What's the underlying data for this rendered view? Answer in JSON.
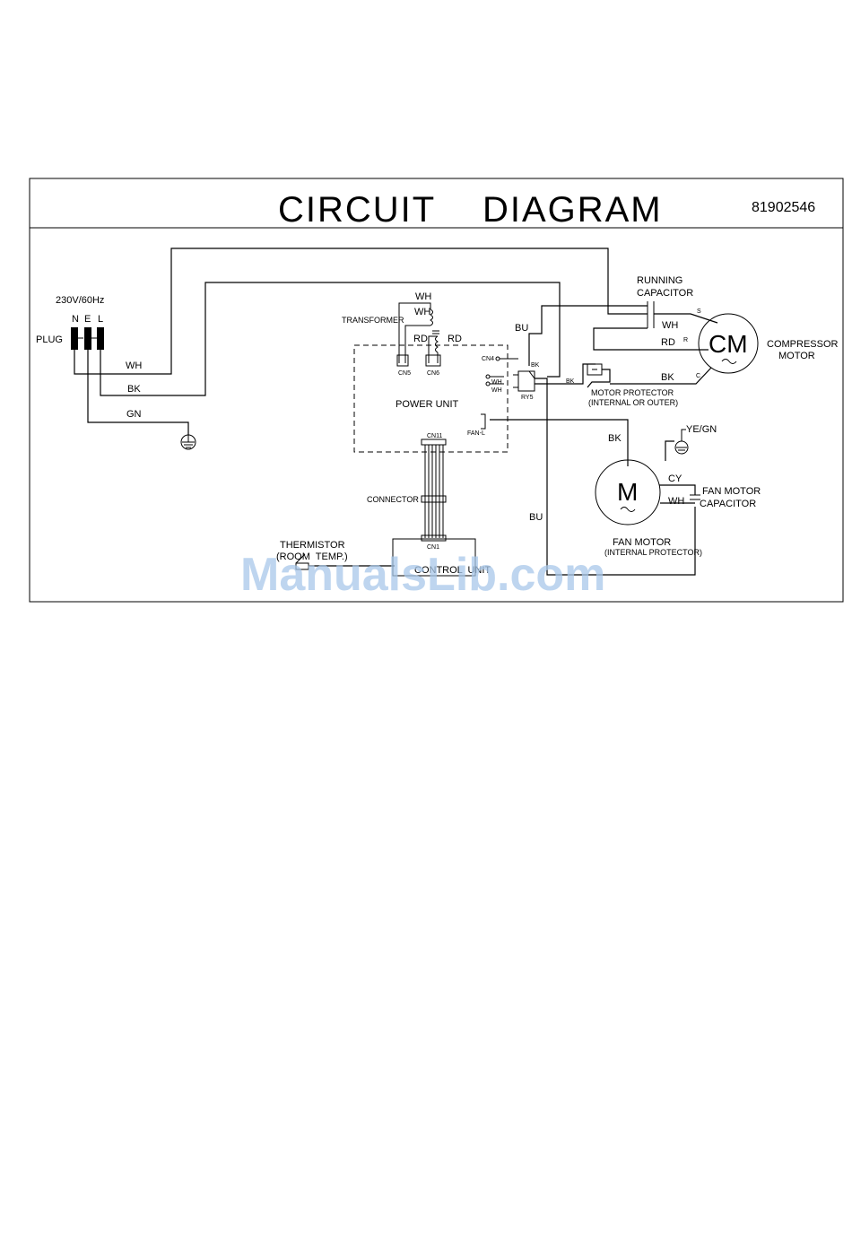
{
  "header": {
    "title": "CIRCUIT    DIAGRAM",
    "code": "81902546"
  },
  "plug": {
    "voltage": "230V/60Hz",
    "label": "PLUG",
    "pins": [
      "N",
      "E",
      "L"
    ],
    "wires": [
      "WH",
      "BK",
      "GN"
    ]
  },
  "transformer": {
    "label": "TRANSFORMER",
    "wire_top": "WH",
    "wire_mid": "WH",
    "wire_rd_left": "RD",
    "wire_rd_right": "RD",
    "cn5": "CN5",
    "cn6": "CN6"
  },
  "power_unit": {
    "label": "POWER UNIT",
    "cn4": "CN4",
    "cn11": "CN11",
    "fan_l": "FAN-L",
    "ry5": "RY5",
    "wh1": "WH",
    "wh2": "WH",
    "bk_small": "BK"
  },
  "wires": {
    "bu_top": "BU",
    "bu_bottom": "BU",
    "bk_relay": "BK",
    "bk_fan": "BK",
    "wh_cap": "WH",
    "rd_comp": "RD",
    "bk_comp": "BK",
    "s": "S",
    "r": "R",
    "c": "C"
  },
  "running_capacitor": {
    "line1": "RUNNING",
    "line2": "CAPACITOR"
  },
  "compressor": {
    "symbol": "CM",
    "line1": "COMPRESSOR",
    "line2": "MOTOR"
  },
  "motor_protector": {
    "line1": "MOTOR  PROTECTOR",
    "line2": "(INTERNAL OR OUTER)"
  },
  "fan_motor": {
    "symbol": "M",
    "line1": "FAN MOTOR",
    "line2": "(INTERNAL PROTECTOR)",
    "ground": "YE/GN",
    "cy": "CY",
    "wh": "WH",
    "cap_line1": "FAN MOTOR",
    "cap_line2": "CAPACITOR"
  },
  "connector": {
    "label": "CONNECTOR"
  },
  "control_unit": {
    "label": "CONTROL  UNIT",
    "cn1": "CN1"
  },
  "thermistor": {
    "line1": "THERMISTOR",
    "line2": "(ROOM  TEMP.)"
  },
  "watermark": "ManualsLib.com"
}
